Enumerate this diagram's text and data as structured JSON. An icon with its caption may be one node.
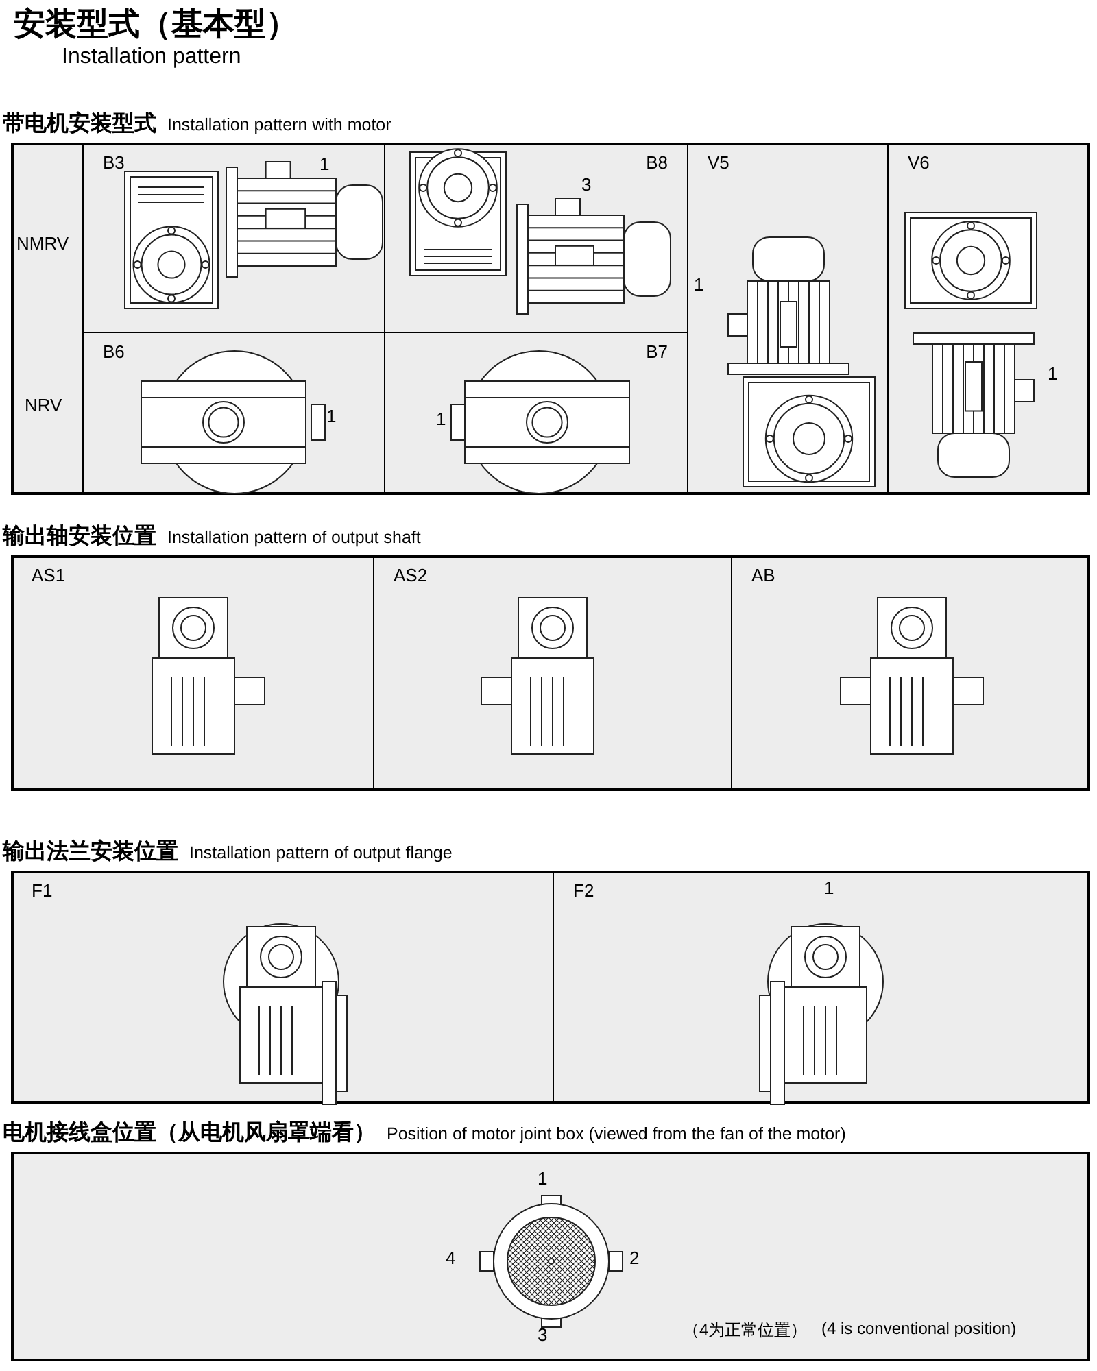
{
  "diagram": {
    "title": "安装型式（基本型）",
    "nodes": [
      {
        "text": [
          "带电机安装型式",
          "Installation pattern with motor"
        ]
      },
      {
        "text": [
          "B3"
        ],
        "in": 0
      },
      {
        "text": [
          "B8"
        ],
        "in": 0
      },
      {
        "text": [
          "V5"
        ],
        "in": 0
      },
      {
        "text": [
          "V6"
        ],
        "in": 0
      },
      {
        "text": [
          "B6"
        ],
        "in": 0
      },
      {
        "text": [
          "B7"
        ],
        "in": 0
      },
      {
        "text": [
          "输出轴安装位置",
          "Installation pattern of output shaft"
        ]
      },
      {
        "text": [
          "AS1"
        ],
        "in": 7
      },
      {
        "text": [
          "AS2"
        ],
        "in": 7
      },
      {
        "text": [
          "AB"
        ],
        "in": 7
      },
      {
        "text": [
          "输出法兰安装位置",
          "Installation pattern of output flange"
        ]
      },
      {
        "text": [
          "F1"
        ],
        "in": 11
      },
      {
        "text": [
          "F2"
        ],
        "in": 11
      },
      {
        "text": [
          "电机接线盒位置（从电机风扇罩端看）",
          "Position of motor joint box (viewed from the fan of the motor)"
        ]
      }
    ],
    "edges": [],
    "labels": [
      "Installation pattern",
      "NMRV",
      "1",
      "3",
      "1",
      "1",
      "NRV",
      "1",
      "1",
      "1",
      "1",
      "4",
      "2",
      "3",
      "（4为正常位置）",
      "(4 is conventional position)"
    ]
  }
}
